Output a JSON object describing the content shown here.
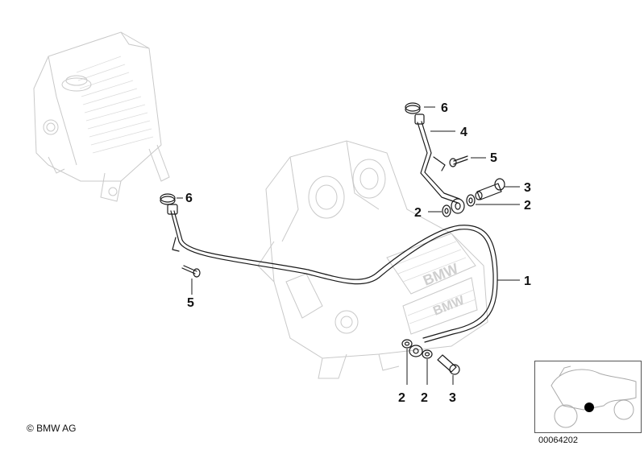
{
  "diagram": {
    "callouts": [
      {
        "id": "c1",
        "label": "1"
      },
      {
        "id": "c2a",
        "label": "2"
      },
      {
        "id": "c2b",
        "label": "2"
      },
      {
        "id": "c2c",
        "label": "2"
      },
      {
        "id": "c2d",
        "label": "2"
      },
      {
        "id": "c3a",
        "label": "3"
      },
      {
        "id": "c3b",
        "label": "3"
      },
      {
        "id": "c4",
        "label": "4"
      },
      {
        "id": "c5a",
        "label": "5"
      },
      {
        "id": "c5b",
        "label": "5"
      },
      {
        "id": "c6a",
        "label": "6"
      },
      {
        "id": "c6b",
        "label": "6"
      }
    ]
  },
  "footer": {
    "copyright": "© BMW AG",
    "reference": "00064202"
  },
  "colors": {
    "line": "#1a1a1a",
    "faint": "#c9c9c9",
    "marker": "#000000"
  }
}
